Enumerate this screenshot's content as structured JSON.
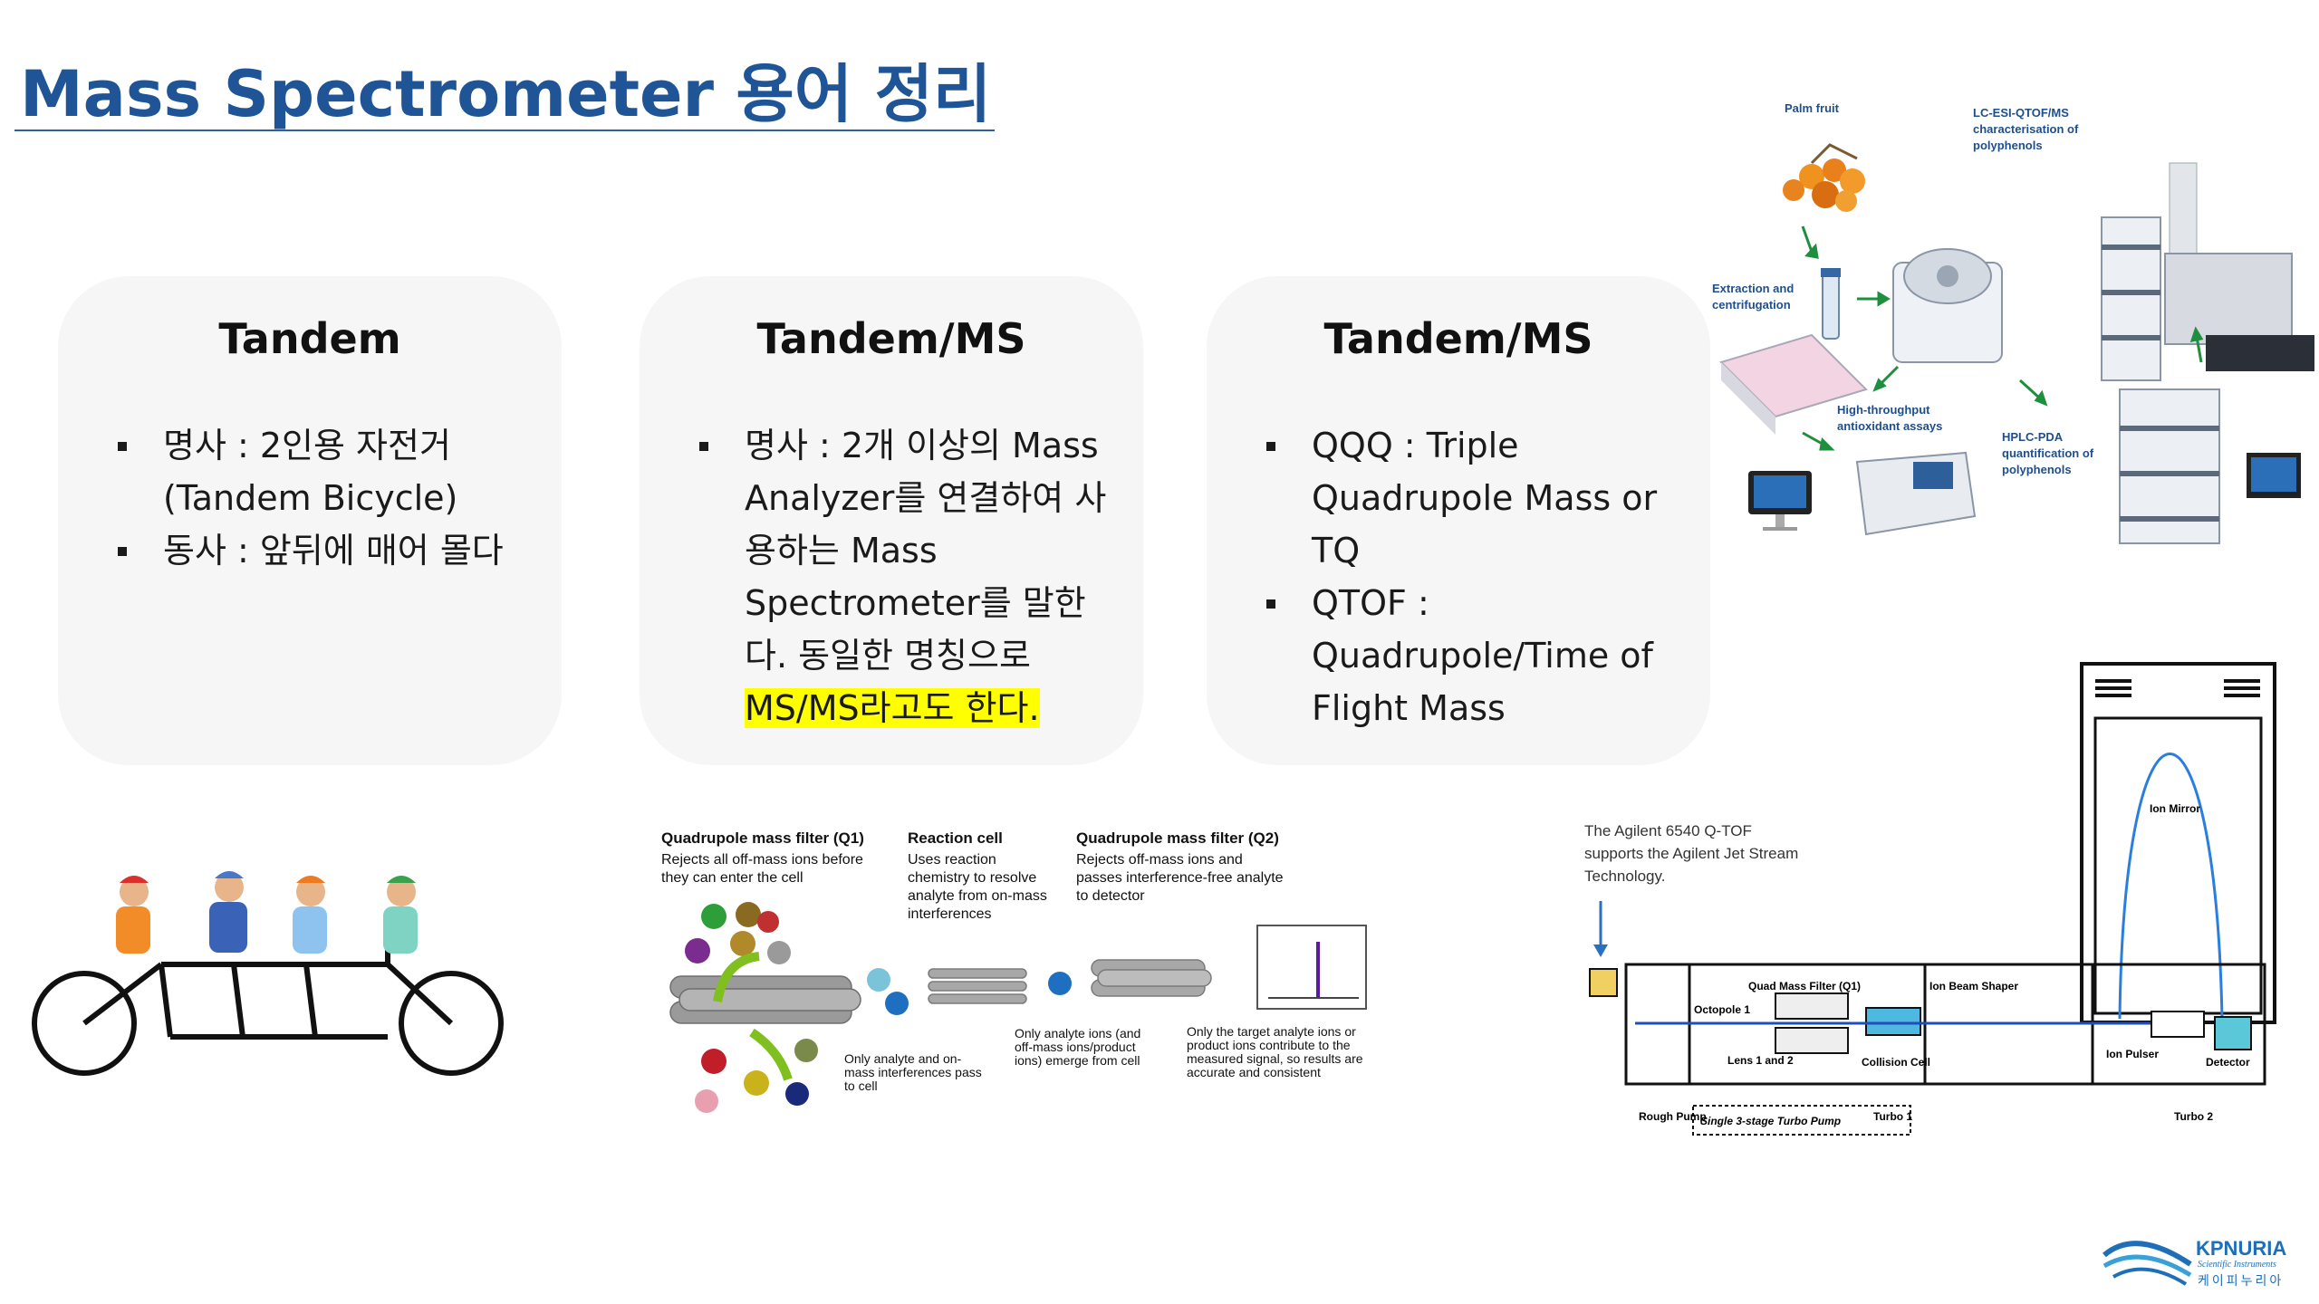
{
  "title": "Mass Spectrometer 용어 정리",
  "cards": [
    {
      "heading": "Tandem",
      "bullets": [
        "명사 : 2인용 자전거 (Tandem Bicycle)",
        "동사 : 앞뒤에 매어 몰다"
      ]
    },
    {
      "heading": "Tandem/MS",
      "bullet_main": "명사 : 2개 이상의 Mass Analyzer를 연결하여 사용하는 Mass Spectrometer를 말한다. 동일한 명칭으로",
      "bullet_highlight": "MS/MS라고도 한다."
    },
    {
      "heading": "Tandem/MS",
      "bullets": [
        "QQQ : Triple Quadrupole Mass or TQ",
        "QTOF : Quadrupole/Time of Flight Mass"
      ]
    }
  ],
  "workflow": {
    "palm": "Palm fruit",
    "qtof": "LC-ESI-QTOF/MS characterisation of polyphenols",
    "extraction": "Extraction and centrifugation",
    "highthroughput": "High-throughput antioxidant assays",
    "hplc": "HPLC-PDA quantification of polyphenols"
  },
  "quad_diagram": {
    "q1_title": "Quadrupole mass filter (Q1)",
    "q1_desc": "Rejects all off-mass ions before they can enter the cell",
    "rc_title": "Reaction cell",
    "rc_desc": "Uses reaction chemistry to resolve analyte from on-mass interferences",
    "q2_title": "Quadrupole mass filter (Q2)",
    "q2_desc": "Rejects off-mass ions and passes interference-free analyte to detector",
    "note1": "Only analyte and on-mass interferences pass to cell",
    "note2": "Only analyte ions (and off-mass ions/product ions) emerge from cell",
    "note3": "Only the target analyte ions or product ions contribute to the measured signal, so results are accurate and consistent"
  },
  "qtof_diagram": {
    "caption": "The Agilent 6540 Q-TOF supports the Agilent Jet Stream Technology.",
    "ion_mirror": "Ion Mirror",
    "quad": "Quad Mass Filter (Q1)",
    "beam": "Ion Beam Shaper",
    "octopole": "Octopole 1",
    "lens": "Lens 1 and 2",
    "collision": "Collision Cell",
    "pulser": "Ion Pulser",
    "detector": "Detector",
    "rough": "Rough Pump",
    "single": "Single 3-stage Turbo Pump",
    "turbo1": "Turbo 1",
    "turbo2": "Turbo 2"
  },
  "logo": {
    "name": "KPNURIA",
    "sub": "Scientific Instruments",
    "korean": "케이피누리아"
  }
}
